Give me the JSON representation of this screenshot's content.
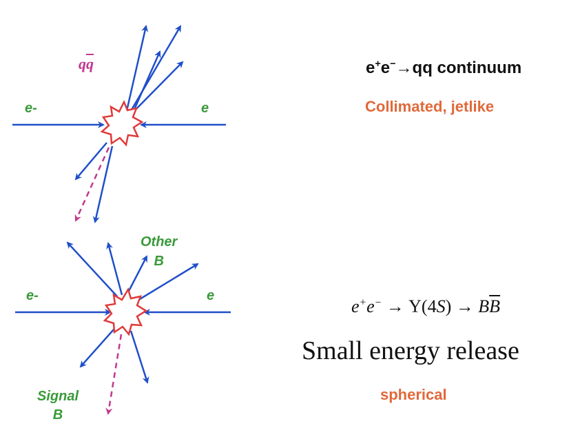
{
  "colors": {
    "track": "#1f4fc9",
    "burst": "#e03a3a",
    "signal": "#c0398f",
    "label_green": "#3a9a3a",
    "label_orange": "#e0693a"
  },
  "top_event": {
    "qqbar_label": {
      "q1": "q",
      "q2": "q"
    },
    "electron_left": "e-",
    "electron_right": "e",
    "process": {
      "e1": "e",
      "e1_sup": "+",
      "e2": "e",
      "e2_sup": "−",
      "arrow": "→",
      "rest": "qq continuum"
    },
    "description": "Collimated, jetlike"
  },
  "bottom_event": {
    "other_b": {
      "line1": "Other",
      "line2": "B"
    },
    "signal_b": {
      "line1": "Signal",
      "line2": "B"
    },
    "electron_left": "e-",
    "electron_right": "e",
    "process": {
      "e1": "e",
      "e1_sup": "+",
      "e2": "e",
      "e2_sup": "−",
      "mid": " → Υ(4",
      "s": "S",
      "end": ") → ",
      "b1": "B",
      "b2": "B"
    },
    "description": "Small energy release",
    "shape": "spherical"
  }
}
